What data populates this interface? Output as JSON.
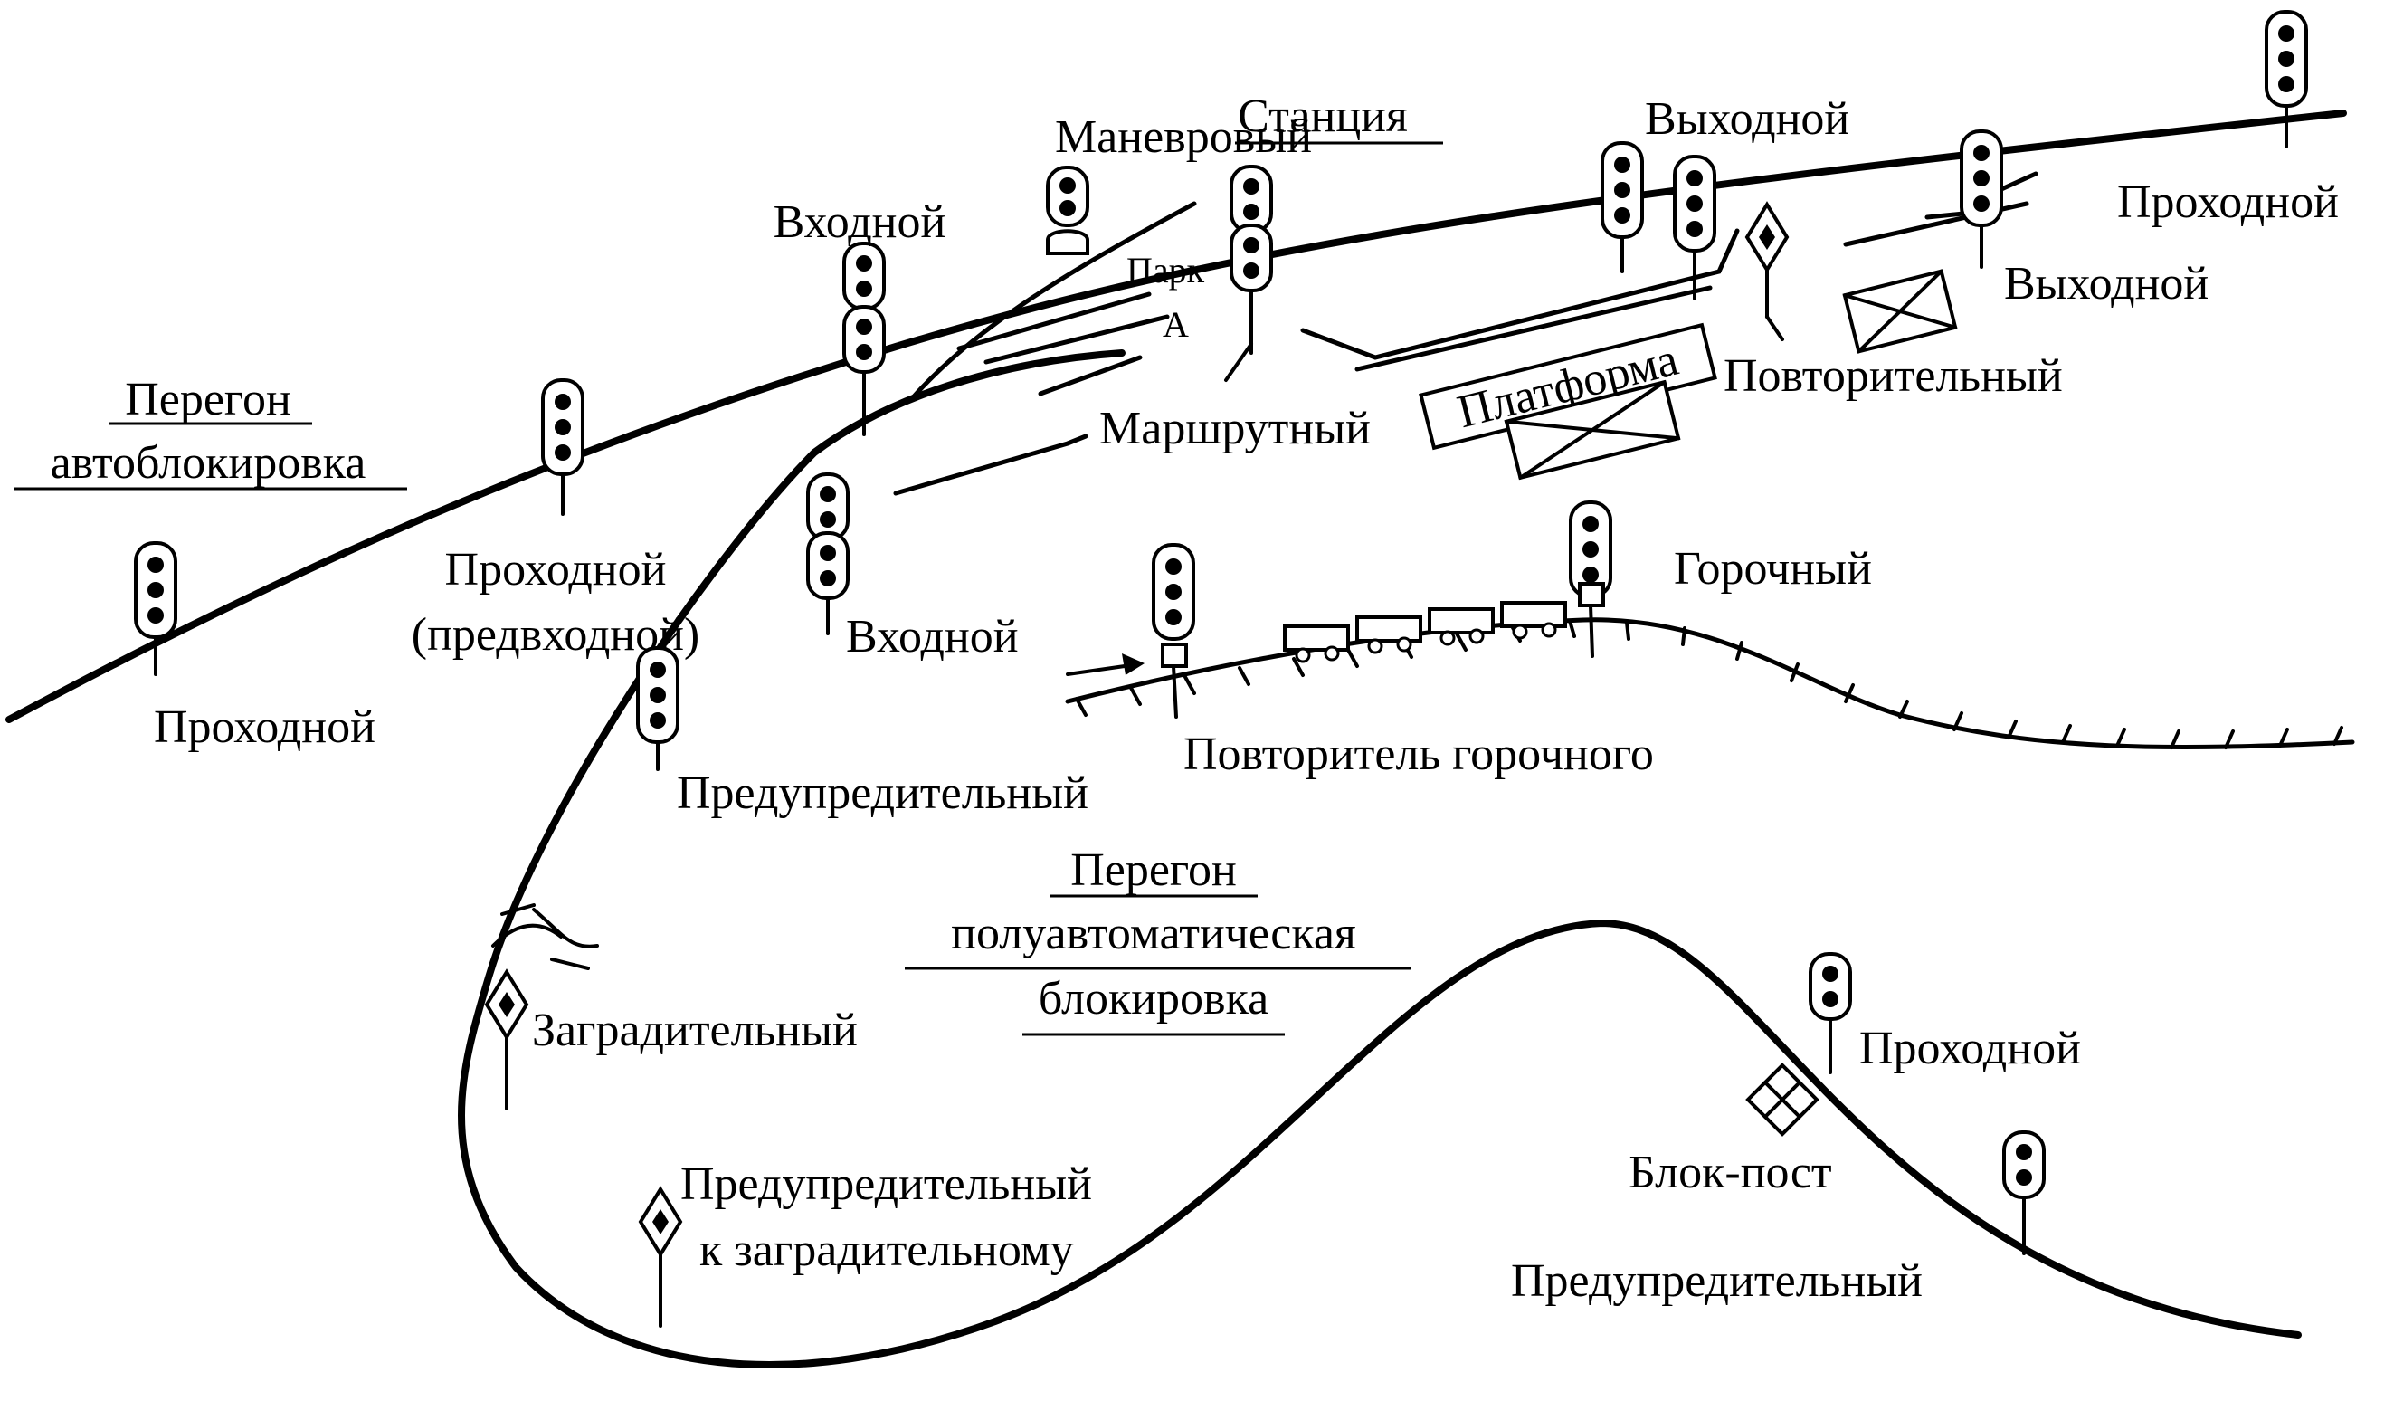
{
  "labels": {
    "peregon_ab_1": "Перегон",
    "peregon_ab_2": "автоблокировка",
    "station": "Станция",
    "manevrovy": "Маневровый",
    "vkhodnoy_top": "Входной",
    "vkhodnoy_mid": "Входной",
    "park_1": "Парк",
    "park_2": "А",
    "marshrutny": "Маршрутный",
    "platforma": "Платформа",
    "vykhodnoy_top": "Выходной",
    "vykhodnoy_right": "Выходной",
    "prokhodnoy_top_right": "Проходной",
    "povtoritelny": "Повторительный",
    "prokhodnoy_predvkh_1": "Проходной",
    "prokhodnoy_predvkh_2": "(предвходной)",
    "prokhodnoy_left": "Проходной",
    "gorochny": "Горочный",
    "povtoritel_gorochnogo": "Повторитель горочного",
    "preduprezhdayushchiy_mid": "Предупредительный",
    "peregon_pab_1": "Перегон",
    "peregon_pab_2": "полуавтоматическая",
    "peregon_pab_3": "блокировка",
    "zagraditelny": "Заградительный",
    "prokhodnoy_bottom_right": "Проходной",
    "blok_post": "Блок-пост",
    "preduprezhdayushchiy_zagr_1": "Предупредительный",
    "preduprezhdayushchiy_zagr_2": "к заградительному",
    "preduprezhdayushchiy_bottom": "Предупредительный"
  }
}
